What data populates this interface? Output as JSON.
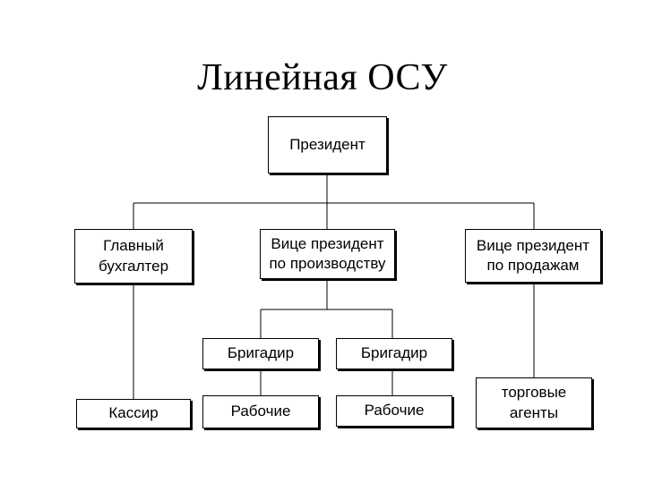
{
  "title": "Линейная ОСУ",
  "nodes": {
    "president": "Президент",
    "chief_accountant": "Главный\nбухгалтер",
    "vp_production": "Вице президент\nпо производству",
    "vp_sales": "Вице президент\nпо продажам",
    "foreman_1": "Бригадир",
    "foreman_2": "Бригадир",
    "cashier": "Кассир",
    "workers_1": "Рабочие",
    "workers_2": "Рабочие",
    "sales_agents": "торговые\nагенты"
  },
  "colors": {
    "line": "#000000",
    "box_fill": "#ffffff",
    "text": "#000000"
  }
}
